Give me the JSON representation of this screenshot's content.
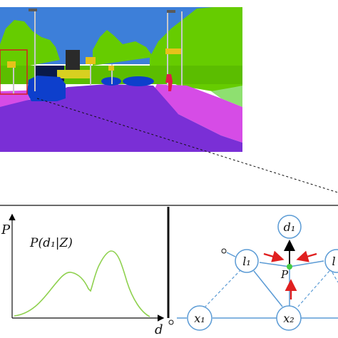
{
  "plot": {
    "y_axis_label": "P",
    "x_axis_label": "d",
    "curve_label": "P(d₁|Z)",
    "curve_color": "#8fd14f"
  },
  "graph": {
    "nodes": {
      "d1": "d₁",
      "l1": "l₁",
      "l2": "l",
      "x1": "x₁",
      "x2": "x₂",
      "P": "P"
    },
    "node_stroke_color": "#5b9bd5",
    "arrow_color": "#e02020",
    "point_color": "#44cc44"
  },
  "segmentation": {
    "sky_color": "#3d7fd9",
    "vegetation_color": "#66cc00",
    "road_color": "#7a2fd6",
    "sidewalk_color": "#d64ce6",
    "car_color": "#0d3fcc",
    "pole_color": "#c8c8c8",
    "sign_color": "#e6c21a",
    "pedestrian_color": "#e01a4a",
    "highlight_color": "#d42020"
  }
}
